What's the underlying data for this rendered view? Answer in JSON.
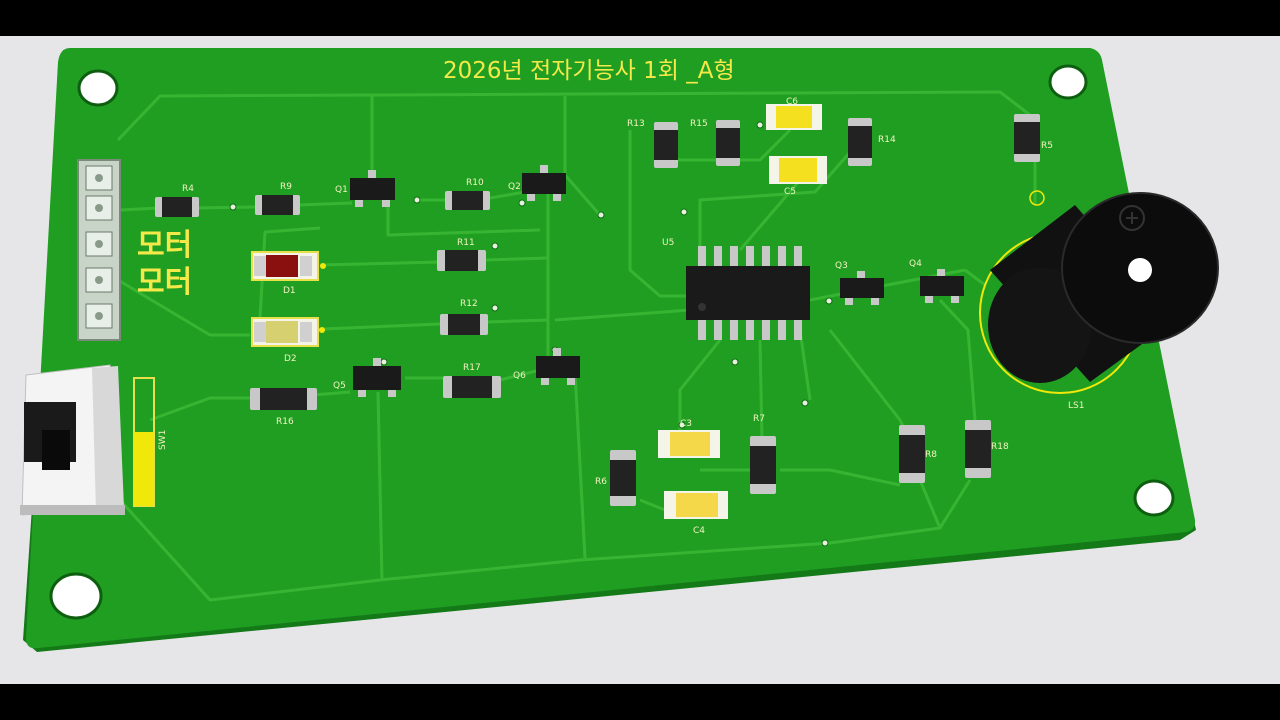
{
  "board": {
    "title": "2026년 전자기능사 1회 _A형",
    "motor_label_1": "모터",
    "motor_label_2": "모터",
    "colors": {
      "pcb": "#1e9e22",
      "trace": "#2fae2a",
      "silk": "#f2f2c0",
      "title": "#f5e94a"
    }
  },
  "labels": {
    "r4": "R4",
    "r9": "R9",
    "q1": "Q1",
    "r10": "R10",
    "q2": "Q2",
    "r11": "R11",
    "d1": "D1",
    "d2": "D2",
    "r12": "R12",
    "q5": "Q5",
    "r16": "R16",
    "r17": "R17",
    "q6": "Q6",
    "sw1": "SW1",
    "r13": "R13",
    "r15": "R15",
    "c6": "C6",
    "r14": "R14",
    "c5": "C5",
    "r5": "R5",
    "u5": "U5",
    "q3": "Q3",
    "q4": "Q4",
    "ls1": "LS1",
    "c3": "C3",
    "c4": "C4",
    "r6": "R6",
    "r7": "R7",
    "r8": "R8",
    "r18": "R18"
  }
}
